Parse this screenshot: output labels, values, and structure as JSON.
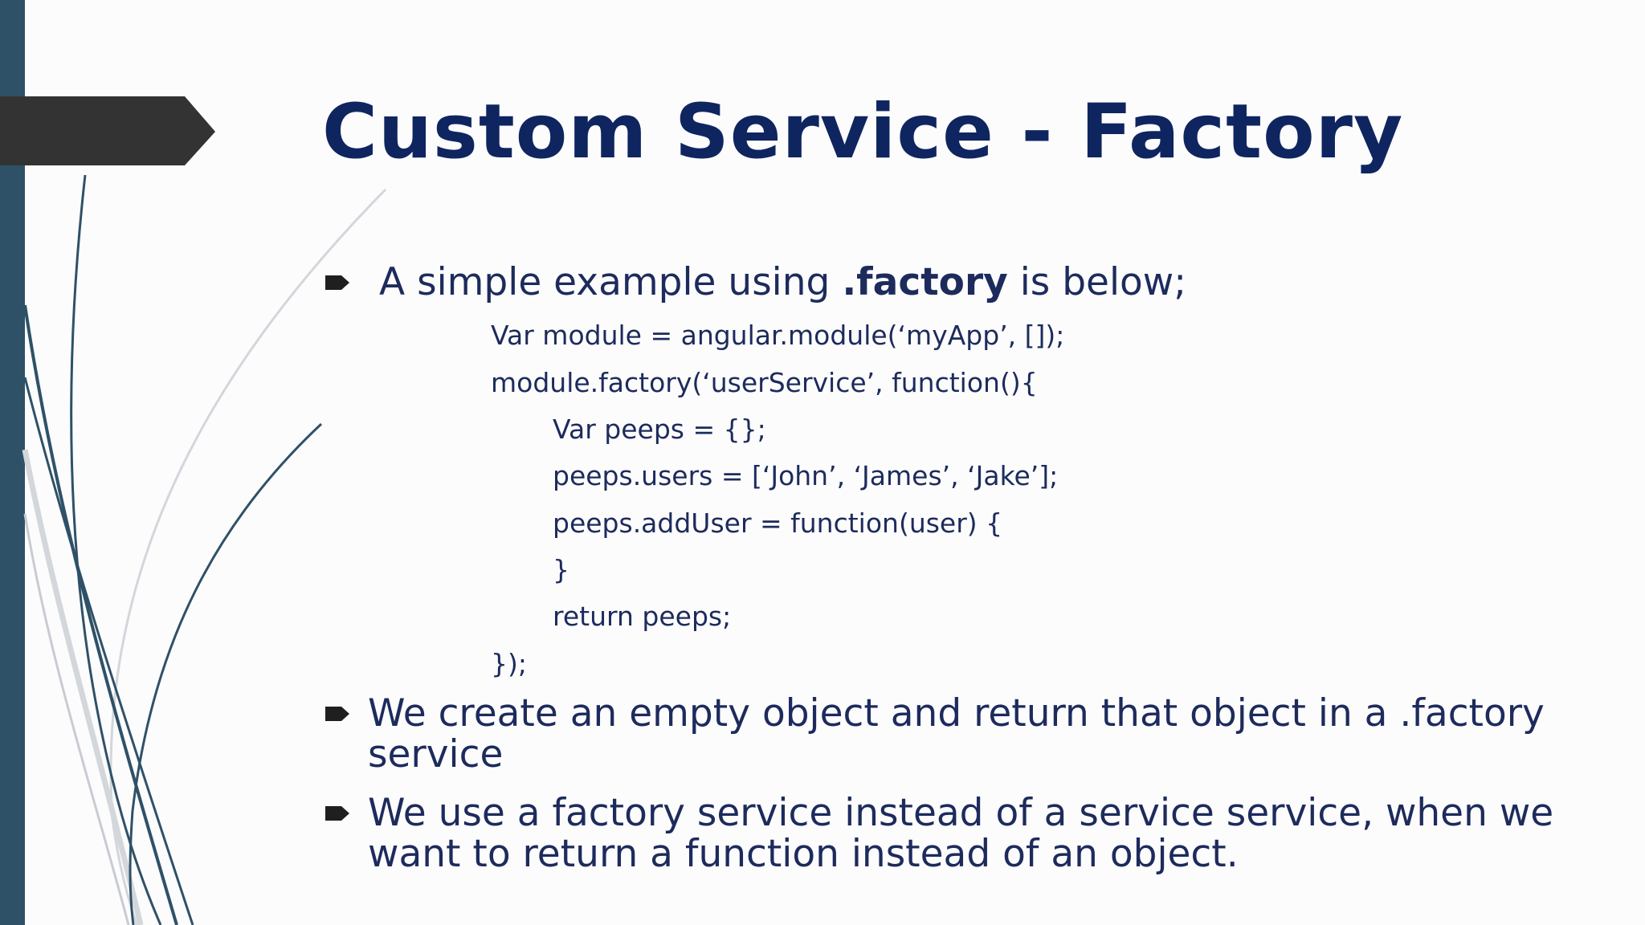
{
  "slide": {
    "title": "Custom Service - Factory",
    "bullets": [
      {
        "prefix": "A simple example using ",
        "emphasis": ".factory",
        "suffix": " is below;"
      },
      {
        "line1": "We create an empty object and return that object in a .factory",
        "line2": "service"
      },
      {
        "line1": "We use a factory service instead of a service service, when we",
        "line2": "want to return a function instead of an object."
      }
    ],
    "code": [
      "Var module = angular.module(‘myApp’, []);",
      "module.factory(‘userService’, function(){",
      "Var peeps = {};",
      "peeps.users = [‘John’, ‘James’, ‘Jake’];",
      "peeps.addUser = function(user) {",
      "}",
      "return peeps;",
      "});"
    ]
  },
  "colors": {
    "title": "#0f2560",
    "body_text": "#1d2b5c",
    "left_bar": "#2f5168",
    "title_tab": "#333333"
  },
  "icons": {
    "bullet": "right-arrow-bullet-icon"
  }
}
